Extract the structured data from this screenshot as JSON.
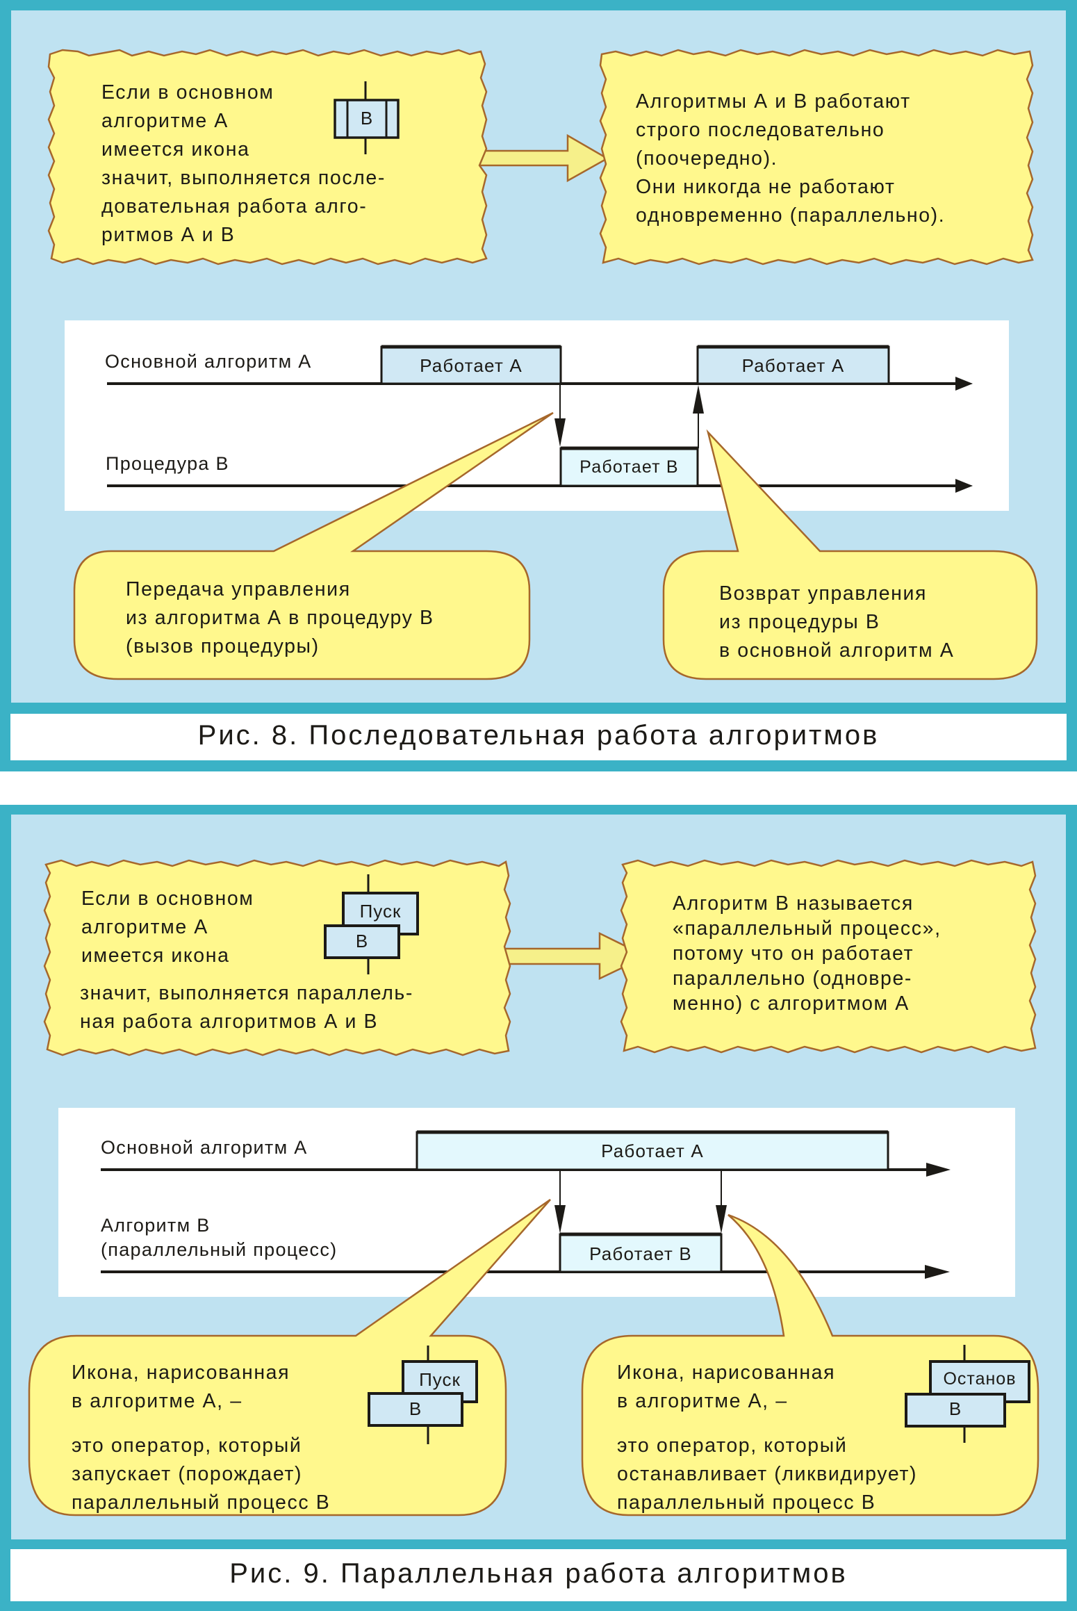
{
  "colors": {
    "frame": "#3bb2c6",
    "panel_bg": "#bfe2f1",
    "note_yellow": "#fff88d",
    "note_border": "#a6672b",
    "bar_fill_dark": "#d0e8f4",
    "bar_fill_light": "#e3f8fd",
    "ink": "#1c1a16"
  },
  "figures": [
    {
      "caption": "Рис. 8. Последовательная работа алгоритмов",
      "condition_note": {
        "lines_top": [
          "Если в основном",
          "алгоритме А",
          "имеется икона"
        ],
        "lines_bottom": [
          "значит, выполняется после-",
          "довательная работа алго-",
          "ритмов А и В"
        ],
        "icon": {
          "type": "procedure-call-icon",
          "label": "В"
        }
      },
      "result_note": {
        "lines": [
          "Алгоритмы А и В работают",
          "строго последовательно",
          "(поочередно).",
          "Они никогда не работают",
          "одновременно (параллельно)."
        ]
      },
      "timeline": {
        "rows": [
          {
            "label": "Основной алгоритм А",
            "bars": [
              "Работает А",
              "Работает А"
            ]
          },
          {
            "label": "Процедура В",
            "bars": [
              "Работает В"
            ]
          }
        ],
        "transfers": [
          "call: A → B",
          "return: B → A"
        ]
      },
      "callouts": [
        {
          "lines": [
            "Передача управления",
            "из алгоритма А в процедуру В",
            "(вызов процедуры)"
          ]
        },
        {
          "lines": [
            "Возврат управления",
            "из процедуры В",
            "в основной алгоритм А"
          ]
        }
      ]
    },
    {
      "caption": "Рис. 9. Параллельная работа алгоритмов",
      "condition_note": {
        "lines_top": [
          "Если в основном",
          "алгоритме А",
          "имеется икона"
        ],
        "lines_bottom": [
          "значит, выполняется параллель-",
          "ная работа алгоритмов А и В"
        ],
        "icon": {
          "type": "start-process-icon",
          "top_label": "Пуск",
          "bottom_label": "В"
        }
      },
      "result_note": {
        "lines": [
          "Алгоритм В называется",
          "«параллельный процесс»,",
          "потому что он работает",
          "параллельно (одновре-",
          "менно) с алгоритмом А"
        ]
      },
      "timeline": {
        "rows": [
          {
            "label": "Основной алгоритм А",
            "bars": [
              "Работает А"
            ]
          },
          {
            "label_lines": [
              "Алгоритм В",
              "(параллельный процесс)"
            ],
            "bars": [
              "Работает В"
            ]
          }
        ],
        "transfers": [
          "start: A → B",
          "stop: A → B"
        ]
      },
      "callouts": [
        {
          "lines_top": [
            "Икона, нарисованная",
            "в алгоритме А, –"
          ],
          "lines_bottom": [
            "это оператор, который",
            "запускает (порождает)",
            "параллельный процесс В"
          ],
          "icon": {
            "type": "start-process-icon",
            "top_label": "Пуск",
            "bottom_label": "В"
          }
        },
        {
          "lines_top": [
            "Икона, нарисованная",
            "в алгоритме А, –"
          ],
          "lines_bottom": [
            "это оператор, который",
            "останавливает (ликвидирует)",
            "параллельный процесс В"
          ],
          "icon": {
            "type": "stop-process-icon",
            "top_label": "Останов",
            "bottom_label": "В"
          }
        }
      ]
    }
  ]
}
